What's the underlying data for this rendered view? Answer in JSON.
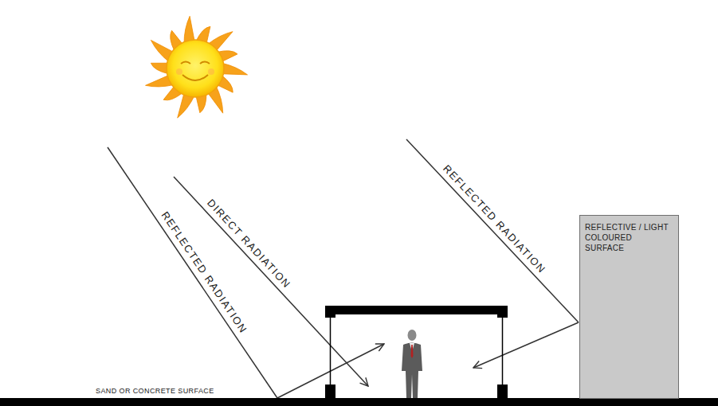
{
  "diagram": {
    "nodes": [
      {
        "text": [
          "REFLECTIVE / LIGHT COLOURED SURFACE"
        ]
      }
    ],
    "labels": [
      "REFLECTED RADIATION",
      "DIRECT RADIATION",
      "REFLECTED RADIATION",
      "SAND OR CONCRETE SURFACE"
    ]
  }
}
